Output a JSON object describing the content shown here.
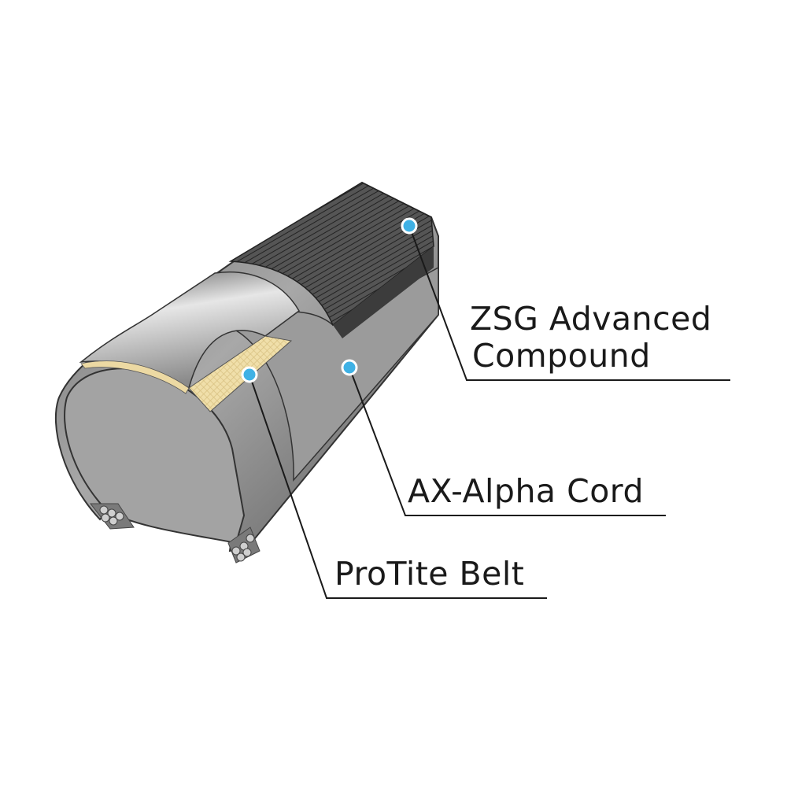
{
  "labels": {
    "zsg_line1": "ZSG Advanced",
    "zsg_line2": "Compound",
    "ax": "AX-Alpha Cord",
    "protite": "ProTite Belt"
  },
  "colors": {
    "marker": "#3fb1e5",
    "belt": "#ecd9a3",
    "line": "#1a1a1a"
  }
}
